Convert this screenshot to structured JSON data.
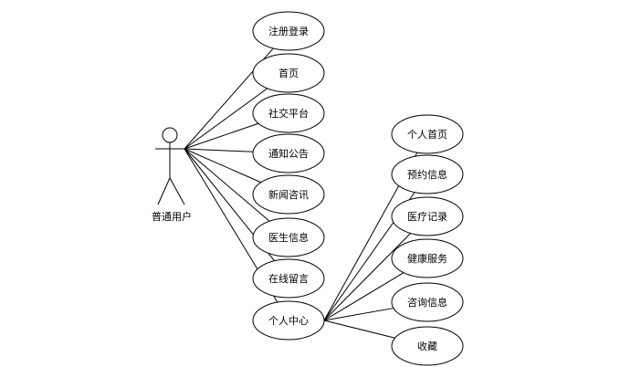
{
  "actor": {
    "label": "普通用户"
  },
  "use_cases_main": [
    {
      "id": "register-login",
      "label": "注册登录"
    },
    {
      "id": "home",
      "label": "首页"
    },
    {
      "id": "social-platform",
      "label": "社交平台"
    },
    {
      "id": "notice",
      "label": "通知公告"
    },
    {
      "id": "news",
      "label": "新闻咨讯"
    },
    {
      "id": "doctor-info",
      "label": "医生信息"
    },
    {
      "id": "online-message",
      "label": "在线留言"
    },
    {
      "id": "personal-center",
      "label": "个人中心"
    }
  ],
  "use_cases_personal": [
    {
      "id": "personal-home",
      "label": "个人首页"
    },
    {
      "id": "appointment-info",
      "label": "预约信息"
    },
    {
      "id": "medical-records",
      "label": "医疗记录"
    },
    {
      "id": "health-service",
      "label": "健康服务"
    },
    {
      "id": "consult-info",
      "label": "咨询信息"
    },
    {
      "id": "favorites",
      "label": "收藏"
    }
  ]
}
